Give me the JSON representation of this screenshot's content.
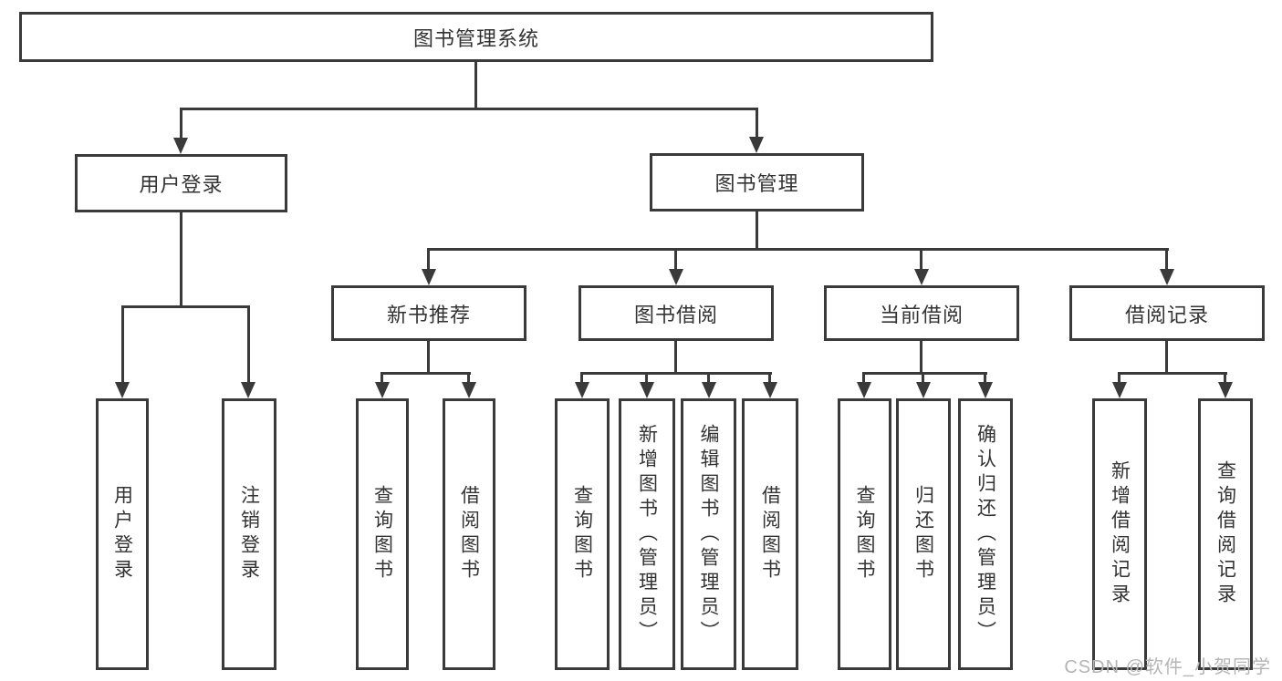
{
  "colors": {
    "line": "#3a3a3a",
    "text": "#333333",
    "watermark": "#b5b5b5",
    "background": "#ffffff"
  },
  "diagram": {
    "type": "hierarchy-tree",
    "root": {
      "label": "图书管理系统"
    },
    "level2": [
      {
        "label": "用户登录"
      },
      {
        "label": "图书管理"
      }
    ],
    "level3": [
      {
        "label": "新书推荐"
      },
      {
        "label": "图书借阅"
      },
      {
        "label": "当前借阅"
      },
      {
        "label": "借阅记录"
      }
    ],
    "leaves": [
      {
        "label": "用户登录"
      },
      {
        "label": "注销登录"
      },
      {
        "label": "查询图书"
      },
      {
        "label": "借阅图书"
      },
      {
        "label": "查询图书"
      },
      {
        "label": "新增图书（管理员）"
      },
      {
        "label": "编辑图书（管理员）"
      },
      {
        "label": "借阅图书"
      },
      {
        "label": "查询图书"
      },
      {
        "label": "归还图书"
      },
      {
        "label": "确认归还（管理员）"
      },
      {
        "label": "新增借阅记录"
      },
      {
        "label": "查询借阅记录"
      }
    ]
  },
  "watermark": {
    "text": "CSDN @软件_小贺同学"
  }
}
